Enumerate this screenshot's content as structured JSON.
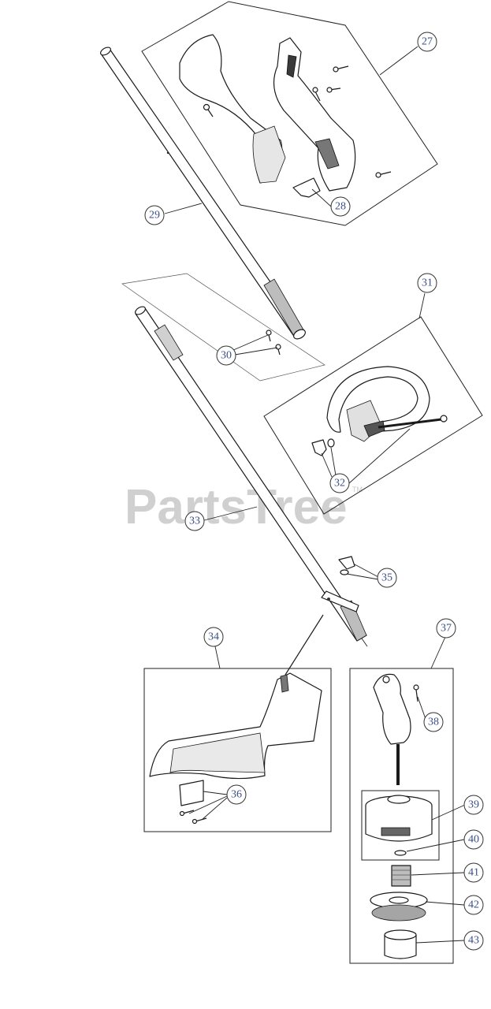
{
  "watermark": {
    "text": "PartsTree",
    "mark": "TM"
  },
  "callouts": [
    {
      "id": "c27",
      "label": "27"
    },
    {
      "id": "c28",
      "label": "28"
    },
    {
      "id": "c29",
      "label": "29"
    },
    {
      "id": "c30",
      "label": "30"
    },
    {
      "id": "c31",
      "label": "31"
    },
    {
      "id": "c32",
      "label": "32"
    },
    {
      "id": "c33",
      "label": "33"
    },
    {
      "id": "c34",
      "label": "34"
    },
    {
      "id": "c35",
      "label": "35"
    },
    {
      "id": "c36",
      "label": "36"
    },
    {
      "id": "c37",
      "label": "37"
    },
    {
      "id": "c38",
      "label": "38"
    },
    {
      "id": "c39",
      "label": "39"
    },
    {
      "id": "c40",
      "label": "40"
    },
    {
      "id": "c41",
      "label": "41"
    },
    {
      "id": "c42",
      "label": "42"
    },
    {
      "id": "c43",
      "label": "43"
    }
  ]
}
